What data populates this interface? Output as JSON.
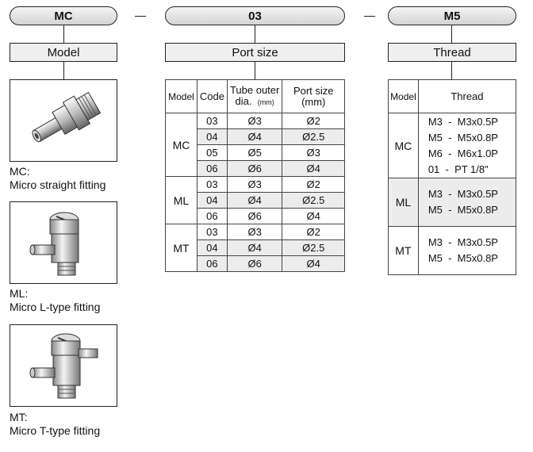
{
  "header": {
    "model_code": "MC",
    "size_code": "03",
    "thread_code": "M5",
    "model_label": "Model",
    "size_label": "Port size",
    "thread_label": "Thread"
  },
  "fittings": [
    {
      "code_line": "MC:",
      "name": "Micro straight fitting"
    },
    {
      "code_line": "ML:",
      "name": "Micro L-type fitting"
    },
    {
      "code_line": "MT:",
      "name": "Micro T-type fitting"
    }
  ],
  "port_table": {
    "headers": {
      "model": "Model",
      "code": "Code",
      "tube_outer": "Tube outer",
      "tube_dia": "dia.",
      "tube_unit": "(mm)",
      "port_size": "Port size",
      "port_unit": "(mm)"
    },
    "groups": [
      {
        "model": "MC",
        "rows": [
          {
            "code": "03",
            "tube": "Ø3",
            "port": "Ø2"
          },
          {
            "code": "04",
            "tube": "Ø4",
            "port": "Ø2.5"
          },
          {
            "code": "05",
            "tube": "Ø5",
            "port": "Ø3"
          },
          {
            "code": "06",
            "tube": "Ø6",
            "port": "Ø4"
          }
        ]
      },
      {
        "model": "ML",
        "rows": [
          {
            "code": "03",
            "tube": "Ø3",
            "port": "Ø2"
          },
          {
            "code": "04",
            "tube": "Ø4",
            "port": "Ø2.5"
          },
          {
            "code": "06",
            "tube": "Ø6",
            "port": "Ø4"
          }
        ]
      },
      {
        "model": "MT",
        "rows": [
          {
            "code": "03",
            "tube": "Ø3",
            "port": "Ø2"
          },
          {
            "code": "04",
            "tube": "Ø4",
            "port": "Ø2.5"
          },
          {
            "code": "06",
            "tube": "Ø6",
            "port": "Ø4"
          }
        ]
      }
    ]
  },
  "thread_table": {
    "headers": {
      "model": "Model",
      "thread": "Thread"
    },
    "groups": [
      {
        "model": "MC",
        "lines": [
          "M3  -  M3x0.5P",
          "M5  -  M5x0.8P",
          "M6  -  M6x1.0P",
          "01  -  PT 1/8\""
        ]
      },
      {
        "model": "ML",
        "lines": [
          "M3  -  M3x0.5P",
          "M5  -  M5x0.8P"
        ]
      },
      {
        "model": "MT",
        "lines": [
          "M3  -  M3x0.5P",
          "M5  -  M5x0.8P"
        ]
      }
    ]
  }
}
